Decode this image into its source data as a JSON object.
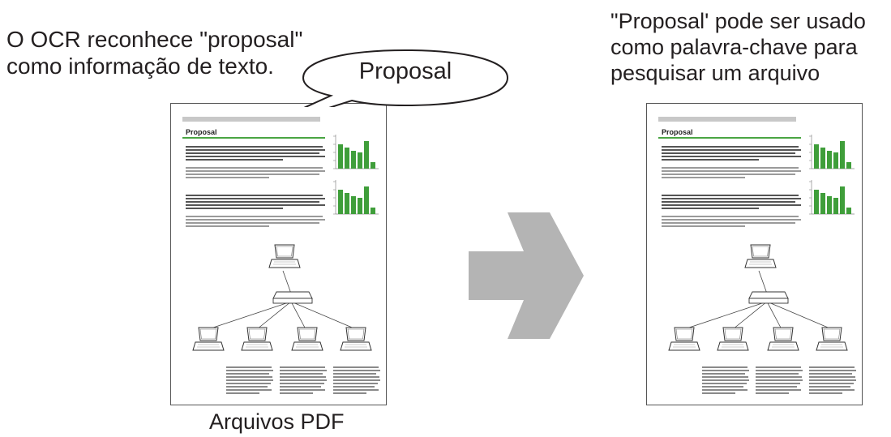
{
  "left_caption": {
    "line1": "O OCR reconhece \"proposal\"",
    "line2": "como informação de texto."
  },
  "bubble": {
    "label": "Proposal"
  },
  "right_caption": {
    "line1": "\"Proposal' pode ser usado",
    "line2": "como palavra-chave para",
    "line3": "pesquisar um arquivo"
  },
  "bottom_caption": {
    "label": "Arquivos PDF"
  },
  "document": {
    "title": "Proposal"
  },
  "colors": {
    "text": "#231f20",
    "bar_green": "#3f9e3a",
    "arrow_gray": "#b4b4b4"
  },
  "icons": [
    "arrow-right-icon",
    "laptop-icon",
    "network-switch-icon",
    "bar-chart-icon"
  ]
}
